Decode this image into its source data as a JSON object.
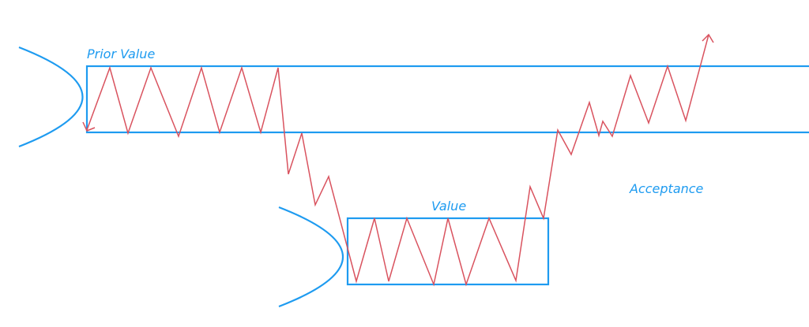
{
  "labels": {
    "prior_value": "Prior Value",
    "value": "Value",
    "acceptance": "Acceptance"
  },
  "colors": {
    "zone": "#1e9bf0",
    "price_path": "#d9535f",
    "label": "#1e9bf0"
  },
  "elements": {
    "prior_value_zone": "rectangle",
    "value_zone": "rectangle",
    "volume_profiles": "parabola-curve",
    "price_path": "zigzag-arrow"
  }
}
